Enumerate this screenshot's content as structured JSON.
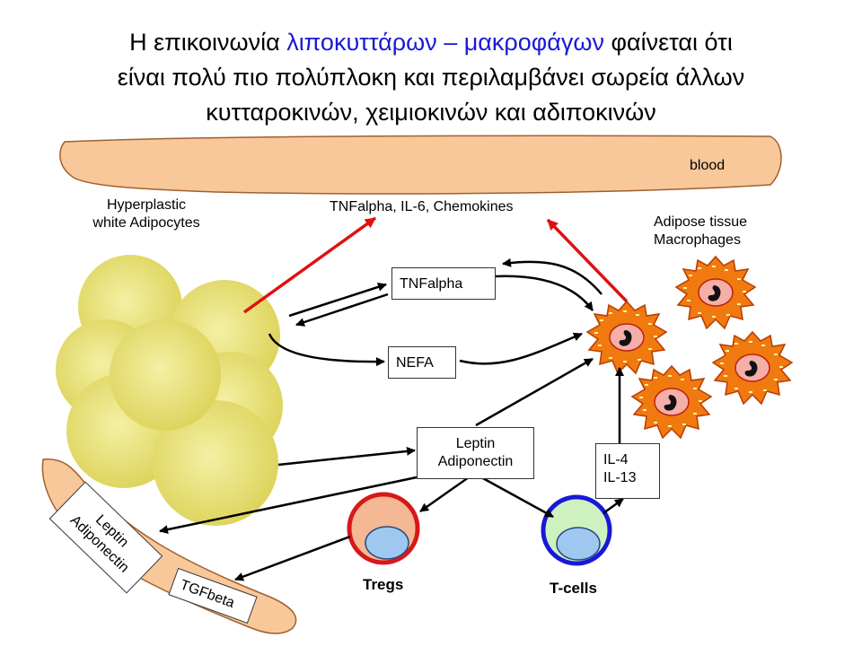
{
  "title": {
    "line1_a": "Η επικοινωνία ",
    "line1_highlight": "λιποκυττάρων – μακροφάγων",
    "line1_b": " φαίνεται ότι",
    "line2": "είναι πολύ πιο πολύπλοκη και περιλαμβάνει σωρεία άλλων",
    "line3": "κυτταροκινών, χειμιοκινών και αδιποκινών"
  },
  "labels": {
    "blood": "blood",
    "secreted": "TNFalpha, IL-6, Chemokines",
    "adipocytes_line1": "Hyperplastic",
    "adipocytes_line2": "white Adipocytes",
    "macrophages_line1": "Adipose tissue",
    "macrophages_line2": "Macrophages",
    "tregs": "Tregs",
    "tcells": "T-cells"
  },
  "boxes": {
    "tnfalpha": "TNFalpha",
    "nefa": "NEFA",
    "leptin": "Leptin",
    "adiponectin": "Adiponectin",
    "il4": "IL-4",
    "il13": "IL-13",
    "tissue_leptin": "Leptin",
    "tissue_adiponectin": "Adiponectin",
    "tgfbeta": "TGFbeta"
  },
  "colors": {
    "vessel": "#f8c89a",
    "adipocyte": "#e8e070",
    "macrophage": "#f07a10",
    "red_arrow": "#e01010",
    "treg_ring": "#d81818",
    "tcell_ring": "#1818d8",
    "nucleus": "#9ec8f0",
    "title_highlight": "#1a1ad6"
  }
}
